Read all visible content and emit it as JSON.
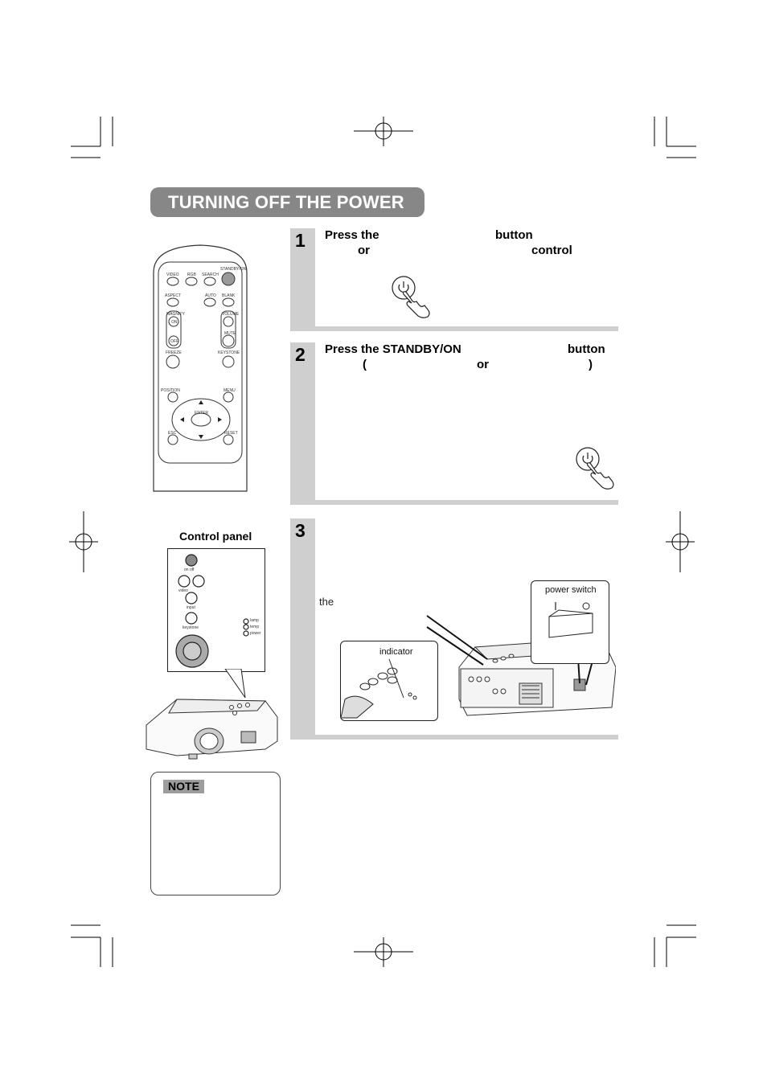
{
  "header": {
    "title": "TURNING OFF THE POWER"
  },
  "steps": [
    {
      "number": "1",
      "line1_a": "Press the",
      "line1_b": "button",
      "line2_a": "or",
      "line2_b": "control"
    },
    {
      "number": "2",
      "line1_a": "Press the STANDBY/ON",
      "line1_b": "button",
      "line2_a": "(",
      "line2_b": "or",
      "line2_c": ")"
    },
    {
      "number": "3",
      "body_word": "the"
    }
  ],
  "callouts": {
    "indicator": "indicator",
    "power_switch": "power switch"
  },
  "control_panel": {
    "title": "Control panel",
    "labels": {
      "onoff": "on    off",
      "video": "video",
      "input": "input",
      "keystone": "keystone",
      "lamp": "lamp",
      "temp": "temp",
      "power": "power"
    }
  },
  "remote": {
    "standby_label": "STANDBY/ON",
    "row1": [
      "VIDEO",
      "RGB",
      "SEARCH"
    ],
    "row2": [
      "ASPECT",
      "AUTO",
      "BLANK"
    ],
    "magnify": "MAGNIFY",
    "on": "ON",
    "off": "OFF",
    "volume": "VOLUME",
    "mute": "MUTE",
    "freeze": "FREEZE",
    "keystone": "KEYSTONE",
    "position": "POSITION",
    "menu": "MENU",
    "enter": "ENTER",
    "esc": "ESC",
    "reset": "RESET"
  },
  "note": {
    "label": "NOTE"
  },
  "colors": {
    "banner": "#878787",
    "step_bar": "#cfcfcf",
    "note_tag": "#9d9d9d"
  },
  "icons": [
    "power-button-press-icon",
    "crop-mark-icon",
    "registration-target-icon"
  ]
}
